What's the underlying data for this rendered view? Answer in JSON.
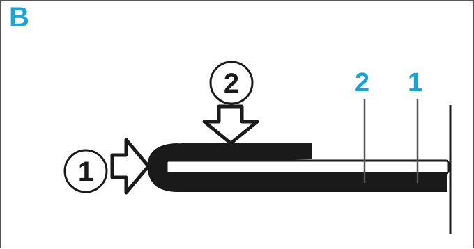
{
  "panel": {
    "label": "B"
  },
  "callouts": {
    "step1": "1",
    "step2": "2"
  },
  "markers": {
    "marker2": "2",
    "marker1": "1"
  },
  "colors": {
    "panel_label": "#1aa3d9",
    "marker_label": "#1aa3d9",
    "ink": "#1a1a1a"
  },
  "icons": [
    "arrow-right-icon",
    "arrow-down-icon"
  ]
}
